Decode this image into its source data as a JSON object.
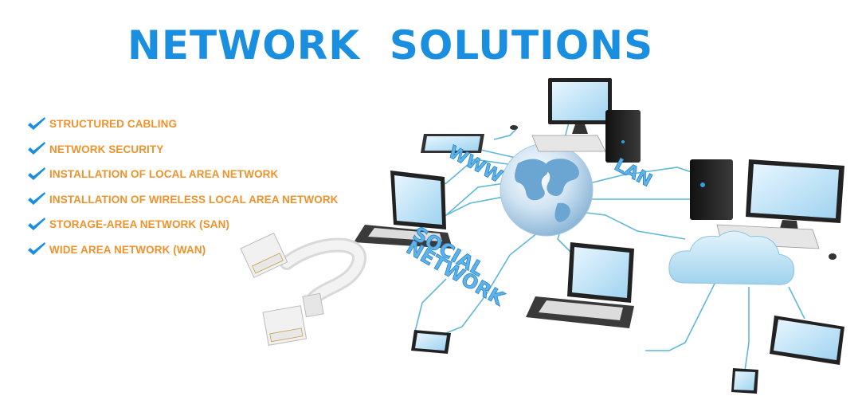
{
  "title": "NETWORK  SOLUTIONS",
  "features": [
    "STRUCTURED CABLING",
    "NETWORK SECURITY",
    "INSTALLATION OF LOCAL AREA NETWORK",
    "INSTALLATION OF WIRELESS LOCAL AREA NETWORK",
    "STORAGE-AREA NETWORK (SAN)",
    "WIDE AREA NETWORK (WAN)"
  ],
  "diagram_labels": {
    "www": "WWW",
    "lan": "LAN",
    "social_line1": "SOCIAL",
    "social_line2": "NETWORK"
  },
  "colors": {
    "title": "#1a8fe0",
    "features": "#f0922b",
    "check": "#1a8fe0",
    "cable": "#5fb8d8"
  }
}
